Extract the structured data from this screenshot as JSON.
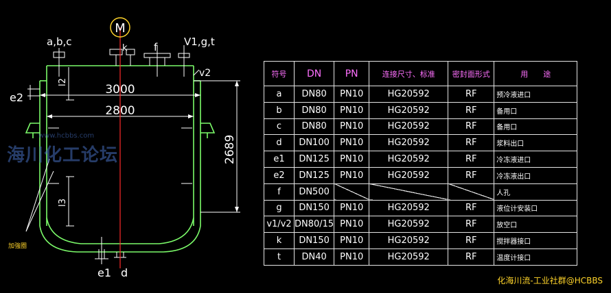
{
  "drawing": {
    "motor_symbol": "M",
    "labels": {
      "abc": "a,b,c",
      "k": "k",
      "f": "f",
      "v1gt": "V1,g,t",
      "v2": "v2",
      "e2": "e2",
      "e1": "e1",
      "d": "d",
      "l2": "l2",
      "l3": "l3",
      "jacket_note": "加強圈"
    },
    "dimensions": {
      "outer_width": "3000",
      "inner_width": "2800",
      "height": "2689"
    },
    "colors": {
      "vessel": "#7CFC6A",
      "dimension": "#ffffff",
      "centerline": "#ff2a2a",
      "nozzle": "#ffffff"
    }
  },
  "nozzle_table": {
    "headers": [
      "符号",
      "DN",
      "PN",
      "连接尺寸、标准",
      "密封面形式",
      "用　　途"
    ],
    "rows": [
      {
        "sym": "a",
        "dn": "DN80",
        "pn": "PN10",
        "std": "HG20592",
        "face": "RF",
        "use": "预冷液进口"
      },
      {
        "sym": "b",
        "dn": "DN80",
        "pn": "PN10",
        "std": "HG20592",
        "face": "RF",
        "use": "备用口"
      },
      {
        "sym": "c",
        "dn": "DN80",
        "pn": "PN10",
        "std": "HG20592",
        "face": "RF",
        "use": "备用口"
      },
      {
        "sym": "d",
        "dn": "DN100",
        "pn": "PN10",
        "std": "HG20592",
        "face": "RF",
        "use": "浆料出口"
      },
      {
        "sym": "e1",
        "dn": "DN125",
        "pn": "PN10",
        "std": "HG20592",
        "face": "RF",
        "use": "冷冻液进口"
      },
      {
        "sym": "e2",
        "dn": "DN125",
        "pn": "PN10",
        "std": "HG20592",
        "face": "RF",
        "use": "冷冻液出口"
      },
      {
        "sym": "f",
        "dn": "DN500",
        "pn": "",
        "std": "",
        "face": "",
        "use": "人孔"
      },
      {
        "sym": "g",
        "dn": "DN150",
        "pn": "PN10",
        "std": "HG20592",
        "face": "RF",
        "use": "液位计安装口"
      },
      {
        "sym": "v1/v2",
        "dn": "DN80/15",
        "pn": "PN10",
        "std": "HG20592",
        "face": "RF",
        "use": "放空口"
      },
      {
        "sym": "k",
        "dn": "DN150",
        "pn": "PN10",
        "std": "HG20592",
        "face": "RF",
        "use": "搅拌器接口"
      },
      {
        "sym": "t",
        "dn": "DN40",
        "pn": "PN10",
        "std": "HG20592",
        "face": "RF",
        "use": "温度计接口"
      }
    ]
  },
  "watermark": {
    "text": "海川化工论坛",
    "url": "www.hcbbs.com"
  },
  "credit": "化海川流-工业社群@HCBBS"
}
